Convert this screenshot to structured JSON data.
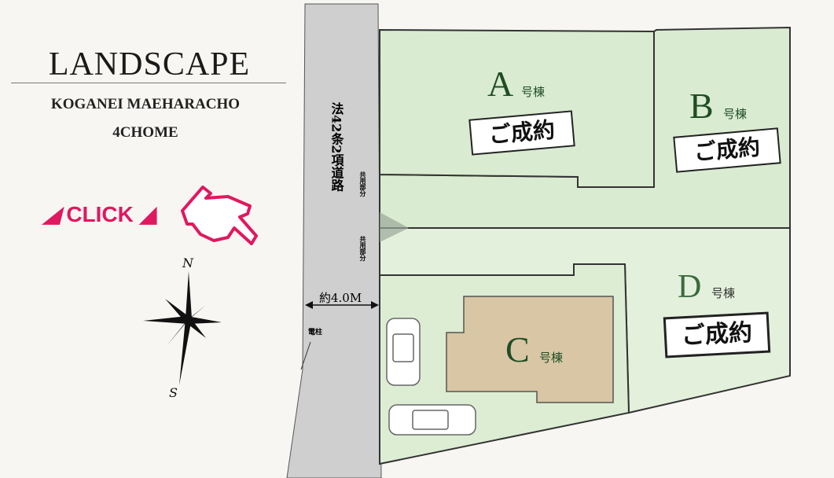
{
  "header": {
    "title": "LANDSCAPE",
    "subtitle_line1": "KOGANEI MAEHARACHO",
    "subtitle_line2": "4CHOME"
  },
  "click": {
    "label": "CLICK",
    "icon": "pointing-hand-icon",
    "color": "#e0185f"
  },
  "compass": {
    "north": "N",
    "south": "S"
  },
  "road": {
    "label": "法42条2項道路",
    "width_label": "約4.0M",
    "pole_label": "電柱",
    "shared_label_1": "共用部分",
    "shared_label_2": "共用部分"
  },
  "lots": [
    {
      "letter": "A",
      "suffix": "号棟",
      "status": "ご成約"
    },
    {
      "letter": "B",
      "suffix": "号棟",
      "status": "ご成約"
    },
    {
      "letter": "C",
      "suffix": "号棟"
    },
    {
      "letter": "D",
      "suffix": "号棟",
      "status": "ご成約"
    }
  ],
  "colors": {
    "lot_green": "#d9ebd0",
    "lot_green_light": "#e3f0dc",
    "road_gray": "#cfcfcf",
    "house_beige": "#d8c6a4",
    "accent": "#e0185f"
  }
}
